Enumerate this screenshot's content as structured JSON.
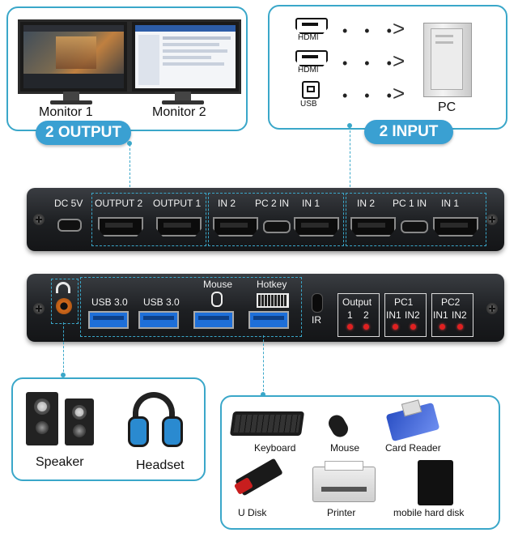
{
  "top_left": {
    "monitor1": "Monitor 1",
    "monitor2": "Monitor 2",
    "badge": "2 OUTPUT"
  },
  "top_right": {
    "hdmi1": "HDMI",
    "hdmi2": "HDMI",
    "usb": "USB",
    "pc": "PC",
    "badge": "2 INPUT"
  },
  "front_panel": {
    "dc": "DC 5V",
    "output2": "OUTPUT 2",
    "output1": "OUTPUT 1",
    "in2_a": "IN 2",
    "pc2in": "PC 2 IN",
    "in1_a": "IN 1",
    "in2_b": "IN 2",
    "pc1in": "PC 1 IN",
    "in1_b": "IN 1"
  },
  "back_panel": {
    "usb30_1": "USB 3.0",
    "usb30_2": "USB 3.0",
    "mouse": "Mouse",
    "hotkey": "Hotkey",
    "ir": "IR",
    "output": "Output",
    "out1": "1",
    "out2": "2",
    "pc1": "PC1",
    "pc1_in1": "IN1",
    "pc1_in2": "IN2",
    "pc2": "PC2",
    "pc2_in1": "IN1",
    "pc2_in2": "IN2"
  },
  "bottom_left": {
    "speaker": "Speaker",
    "headset": "Headset"
  },
  "bottom_right": {
    "keyboard": "Keyboard",
    "mouse": "Mouse",
    "card_reader": "Card Reader",
    "udisk": "U Disk",
    "printer": "Printer",
    "hdd": "mobile hard disk"
  },
  "colors": {
    "accent": "#3aa7c9",
    "badge": "#3aa0d2",
    "usb_blue": "#1e6fd9",
    "led_red": "#e02020"
  }
}
